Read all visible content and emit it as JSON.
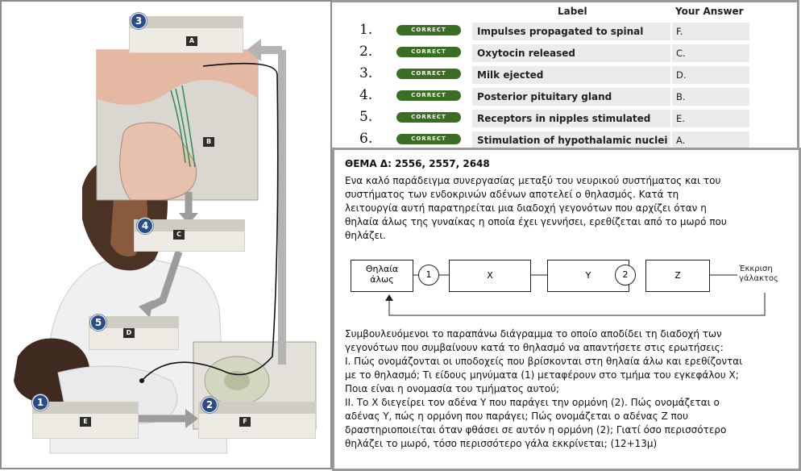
{
  "illustration": {
    "steps": [
      {
        "num": "1",
        "letter": "E"
      },
      {
        "num": "2",
        "letter": "F"
      },
      {
        "num": "3",
        "letter": "A"
      },
      {
        "num": "4",
        "letter": "C"
      },
      {
        "num": "5",
        "letter": "D"
      }
    ],
    "labels": {
      "a": "A",
      "b": "B",
      "c": "C",
      "d": "D",
      "e": "E",
      "f": "F"
    }
  },
  "results": {
    "headers": {
      "label": "Label",
      "answer": "Your Answer"
    },
    "rows": [
      {
        "num": "1.",
        "status": "CORRECT",
        "label": "Impulses propagated to spinal cord",
        "answer": "F."
      },
      {
        "num": "2.",
        "status": "CORRECT",
        "label": "Oxytocin released",
        "answer": "C."
      },
      {
        "num": "3.",
        "status": "CORRECT",
        "label": "Milk ejected",
        "answer": "D."
      },
      {
        "num": "4.",
        "status": "CORRECT",
        "label": "Posterior pituitary gland",
        "answer": "B."
      },
      {
        "num": "5.",
        "status": "CORRECT",
        "label": "Receptors in nipples stimulated",
        "answer": "E."
      },
      {
        "num": "6.",
        "status": "CORRECT",
        "label": "Stimulation of hypothalamic nuclei",
        "answer": "A."
      }
    ],
    "colors": {
      "badge": "#3a6e22",
      "row_bg": "#ebebeb"
    }
  },
  "question": {
    "title": "ΘΕΜΑ Δ: 2556, 2557, 2648",
    "intro_lines": [
      "Ενα καλό παράδειγμα συνεργασίας μεταξύ του νευρικού συστήματος και του",
      "συστήματος των ενδοκρινών αδένων αποτελεί ο θηλασμός. Κατά τη",
      "λειτουργία αυτή παρατηρείται μια διαδοχή γεγονότων που αρχίζει όταν η",
      "θηλαία άλως της γυναίκας η οποία έχει γεννήσει, ερεθίζεται από το μωρό που",
      "θηλάζει."
    ],
    "diagram": {
      "start_line1": "Θηλαία",
      "start_line2": "άλως",
      "circle1": "1",
      "box_x": "X",
      "box_y": "Y",
      "circle2": "2",
      "box_z": "Z",
      "end_line1": "Έκκριση",
      "end_line2": "γάλακτος"
    },
    "body_lines": [
      "Συμβουλευόμενοι το παραπάνω διάγραμμα το οποίο αποδίδει τη διαδοχή των",
      "γεγονότων που συμβαίνουν κατά το θηλασμό να απαντήσετε στις ερωτήσεις:",
      "Ι. Πώς ονομάζονται οι υποδοχείς που βρίσκονται στη θηλαία άλω και ερεθίζονται",
      "με το θηλασμό; Τι είδους μηνύματα (1) μεταφέρουν στο τμήμα του εγκεφάλου Χ;",
      "Ποια είναι η ονομασία του τμήματος αυτού;",
      "ΙΙ. Το Χ διεγείρει τον αδένα Υ που παράγει την ορμόνη (2). Πώς ονομάζεται ο",
      "αδένας Υ, πώς η ορμόνη που παράγει; Πώς ονομάζεται ο αδένας Ζ που",
      "δραστηριοποιείται όταν φθάσει σε αυτόν η ορμόνη (2); Γιατί όσο περισσότερο",
      "θηλάζει το μωρό, τόσο περισσότερο γάλα εκκρίνεται; (12+13μ)"
    ]
  }
}
